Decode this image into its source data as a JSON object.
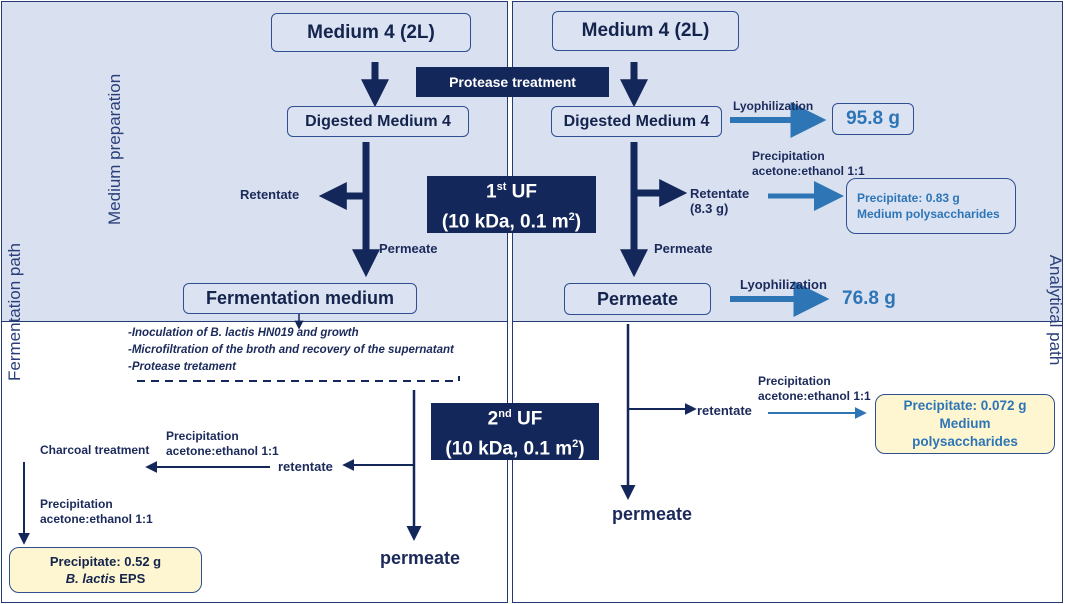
{
  "left": {
    "top_box": "Medium 4 (2L)",
    "digested_box": "Digested Medium 4",
    "retentate": "Retentate",
    "permeate": "Permeate",
    "fermentation_box": "Fermentation medium",
    "steps": [
      "-Inoculation of B. lactis HN019 and growth",
      "-Microfiltration of the broth and recovery of the supernatant",
      "-Protease tretament"
    ],
    "retentate2": "retentate",
    "precip1_line1": "Precipitation",
    "precip1_line2": "acetone:ethanol 1:1",
    "charcoal": "Charcoal treatment",
    "precip2_line1": "Precipitation",
    "precip2_line2": "acetone:ethanol 1:1",
    "result_line1": "Precipitate: 0.52 g",
    "result_line2_italic": "B. lactis",
    "result_line2_rest": " EPS",
    "permeate2": "permeate"
  },
  "right": {
    "top_box": "Medium 4 (2L)",
    "digested_box": "Digested Medium 4",
    "lyo1": "Lyophilization",
    "lyo1_value": "95.8 g",
    "precip_line1": "Precipitation",
    "precip_line2": "acetone:ethanol 1:1",
    "retentate_line1": "Retentate",
    "retentate_line2": "(8.3 g)",
    "result1_line1": "Precipitate: 0.83 g",
    "result1_line2": "Medium polysaccharides",
    "permeate_label": "Permeate",
    "permeate_box": "Permeate",
    "lyo2": "Lyophilization",
    "lyo2_value": "76.8 g",
    "precip2_line1": "Precipitation",
    "precip2_line2": "acetone:ethanol 1:1",
    "retentate2": "retentate",
    "result2_line1": "Precipitate: 0.072 g",
    "result2_line2": "Medium",
    "result2_line3": "polysaccharides",
    "permeate2": "permeate"
  },
  "center": {
    "protease": "Protease treatment",
    "uf1_line1_pre": "1",
    "uf1_sup": "st",
    "uf1_line1_post": " UF",
    "uf1_line2_pre": "(10 kDa, 0.1 m",
    "uf1_line2_sup": "2",
    "uf1_line2_post": ")",
    "uf2_line1_pre": "2",
    "uf2_sup": "nd",
    "uf2_line1_post": " UF",
    "uf2_line2_pre": "(10 kDa, 0.1 m",
    "uf2_line2_sup": "2",
    "uf2_line2_post": ")"
  },
  "side_labels": {
    "medium_preparation": "Medium preparation",
    "fermentation_path": "Fermentation path",
    "analytical_path": "Analytical path"
  },
  "colors": {
    "dark_navy": "#14275a",
    "shade_blue": "#d9e1f1",
    "accent_blue": "#2e75b6",
    "yellow": "#fdf6d0"
  }
}
